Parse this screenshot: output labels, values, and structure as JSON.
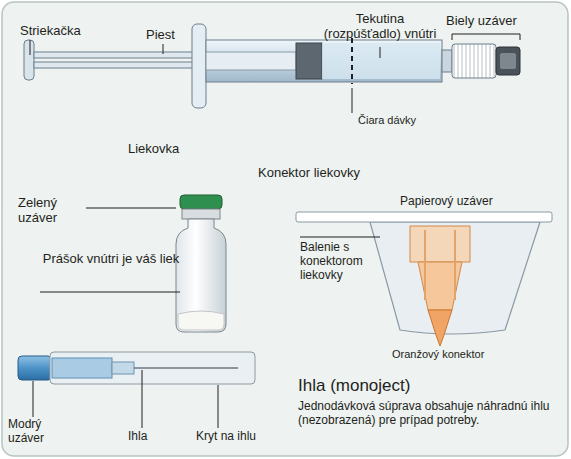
{
  "diagram": {
    "labels": [
      "Striekačka",
      "Piest",
      "Tekutina (rozpúšťadlo) vnútri",
      "Biely uzáver",
      "Čiara dávky",
      "Liekovka",
      "Konektor liekovky",
      "Zelený uzáver",
      "Prášok vnútri je váš liek",
      "Papierový uzáver",
      "Balenie s konektorom liekovky",
      "Oranžový konektor",
      "Ihla (monoject)",
      "Jednodávková súprava obsahuje náhradnú ihlu (nezobrazená) pre prípad potreby.",
      "Modrý uzáver",
      "Ihla",
      "Kryt na ihlu"
    ]
  }
}
